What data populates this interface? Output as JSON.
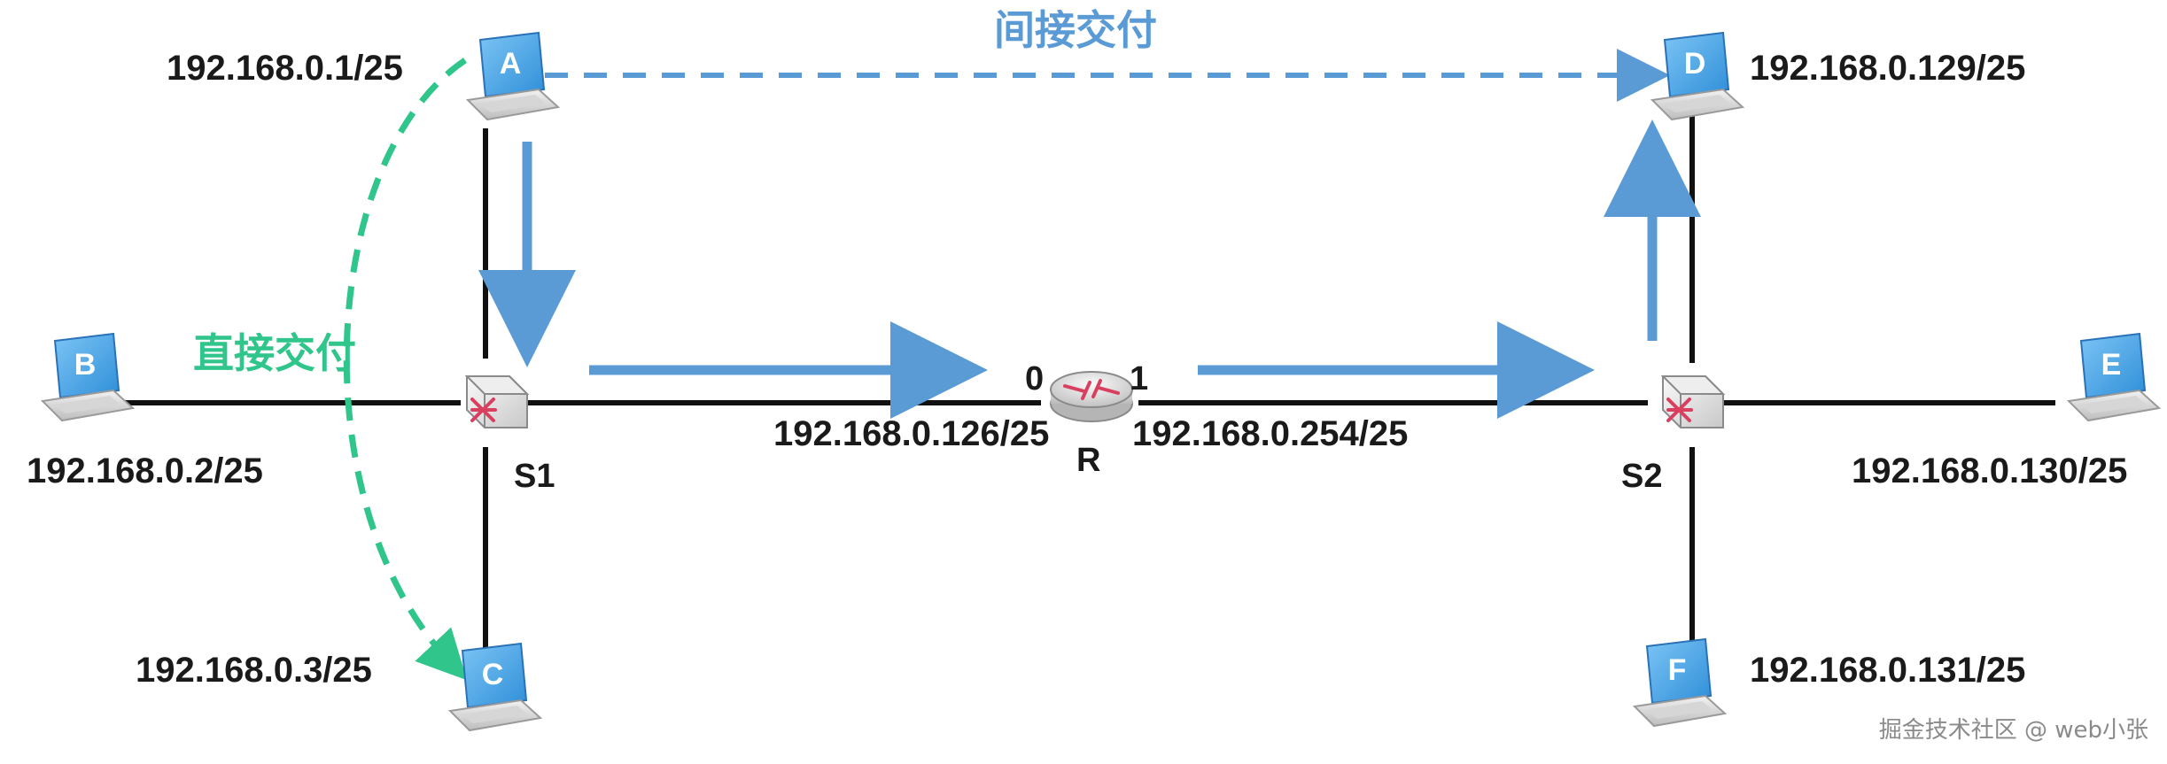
{
  "labels": {
    "indirect_delivery": "间接交付",
    "direct_delivery": "直接交付",
    "watermark": "掘金技术社区 @ web小张"
  },
  "hosts": {
    "A": {
      "letter": "A",
      "ip": "192.168.0.1/25"
    },
    "B": {
      "letter": "B",
      "ip": "192.168.0.2/25"
    },
    "C": {
      "letter": "C",
      "ip": "192.168.0.3/25"
    },
    "D": {
      "letter": "D",
      "ip": "192.168.0.129/25"
    },
    "E": {
      "letter": "E",
      "ip": "192.168.0.130/25"
    },
    "F": {
      "letter": "F",
      "ip": "192.168.0.131/25"
    }
  },
  "switches": {
    "S1": {
      "name": "S1"
    },
    "S2": {
      "name": "S2"
    }
  },
  "router": {
    "name": "R",
    "port0": {
      "num": "0",
      "ip": "192.168.0.126/25"
    },
    "port1": {
      "num": "1",
      "ip": "192.168.0.254/25"
    }
  },
  "colors": {
    "link": "#111111",
    "indirect_arrow": "#5b9bd5",
    "direct_arrow": "#2fc58b",
    "device_blue": "#4a9fe0",
    "device_icon_red": "#d9405f"
  }
}
